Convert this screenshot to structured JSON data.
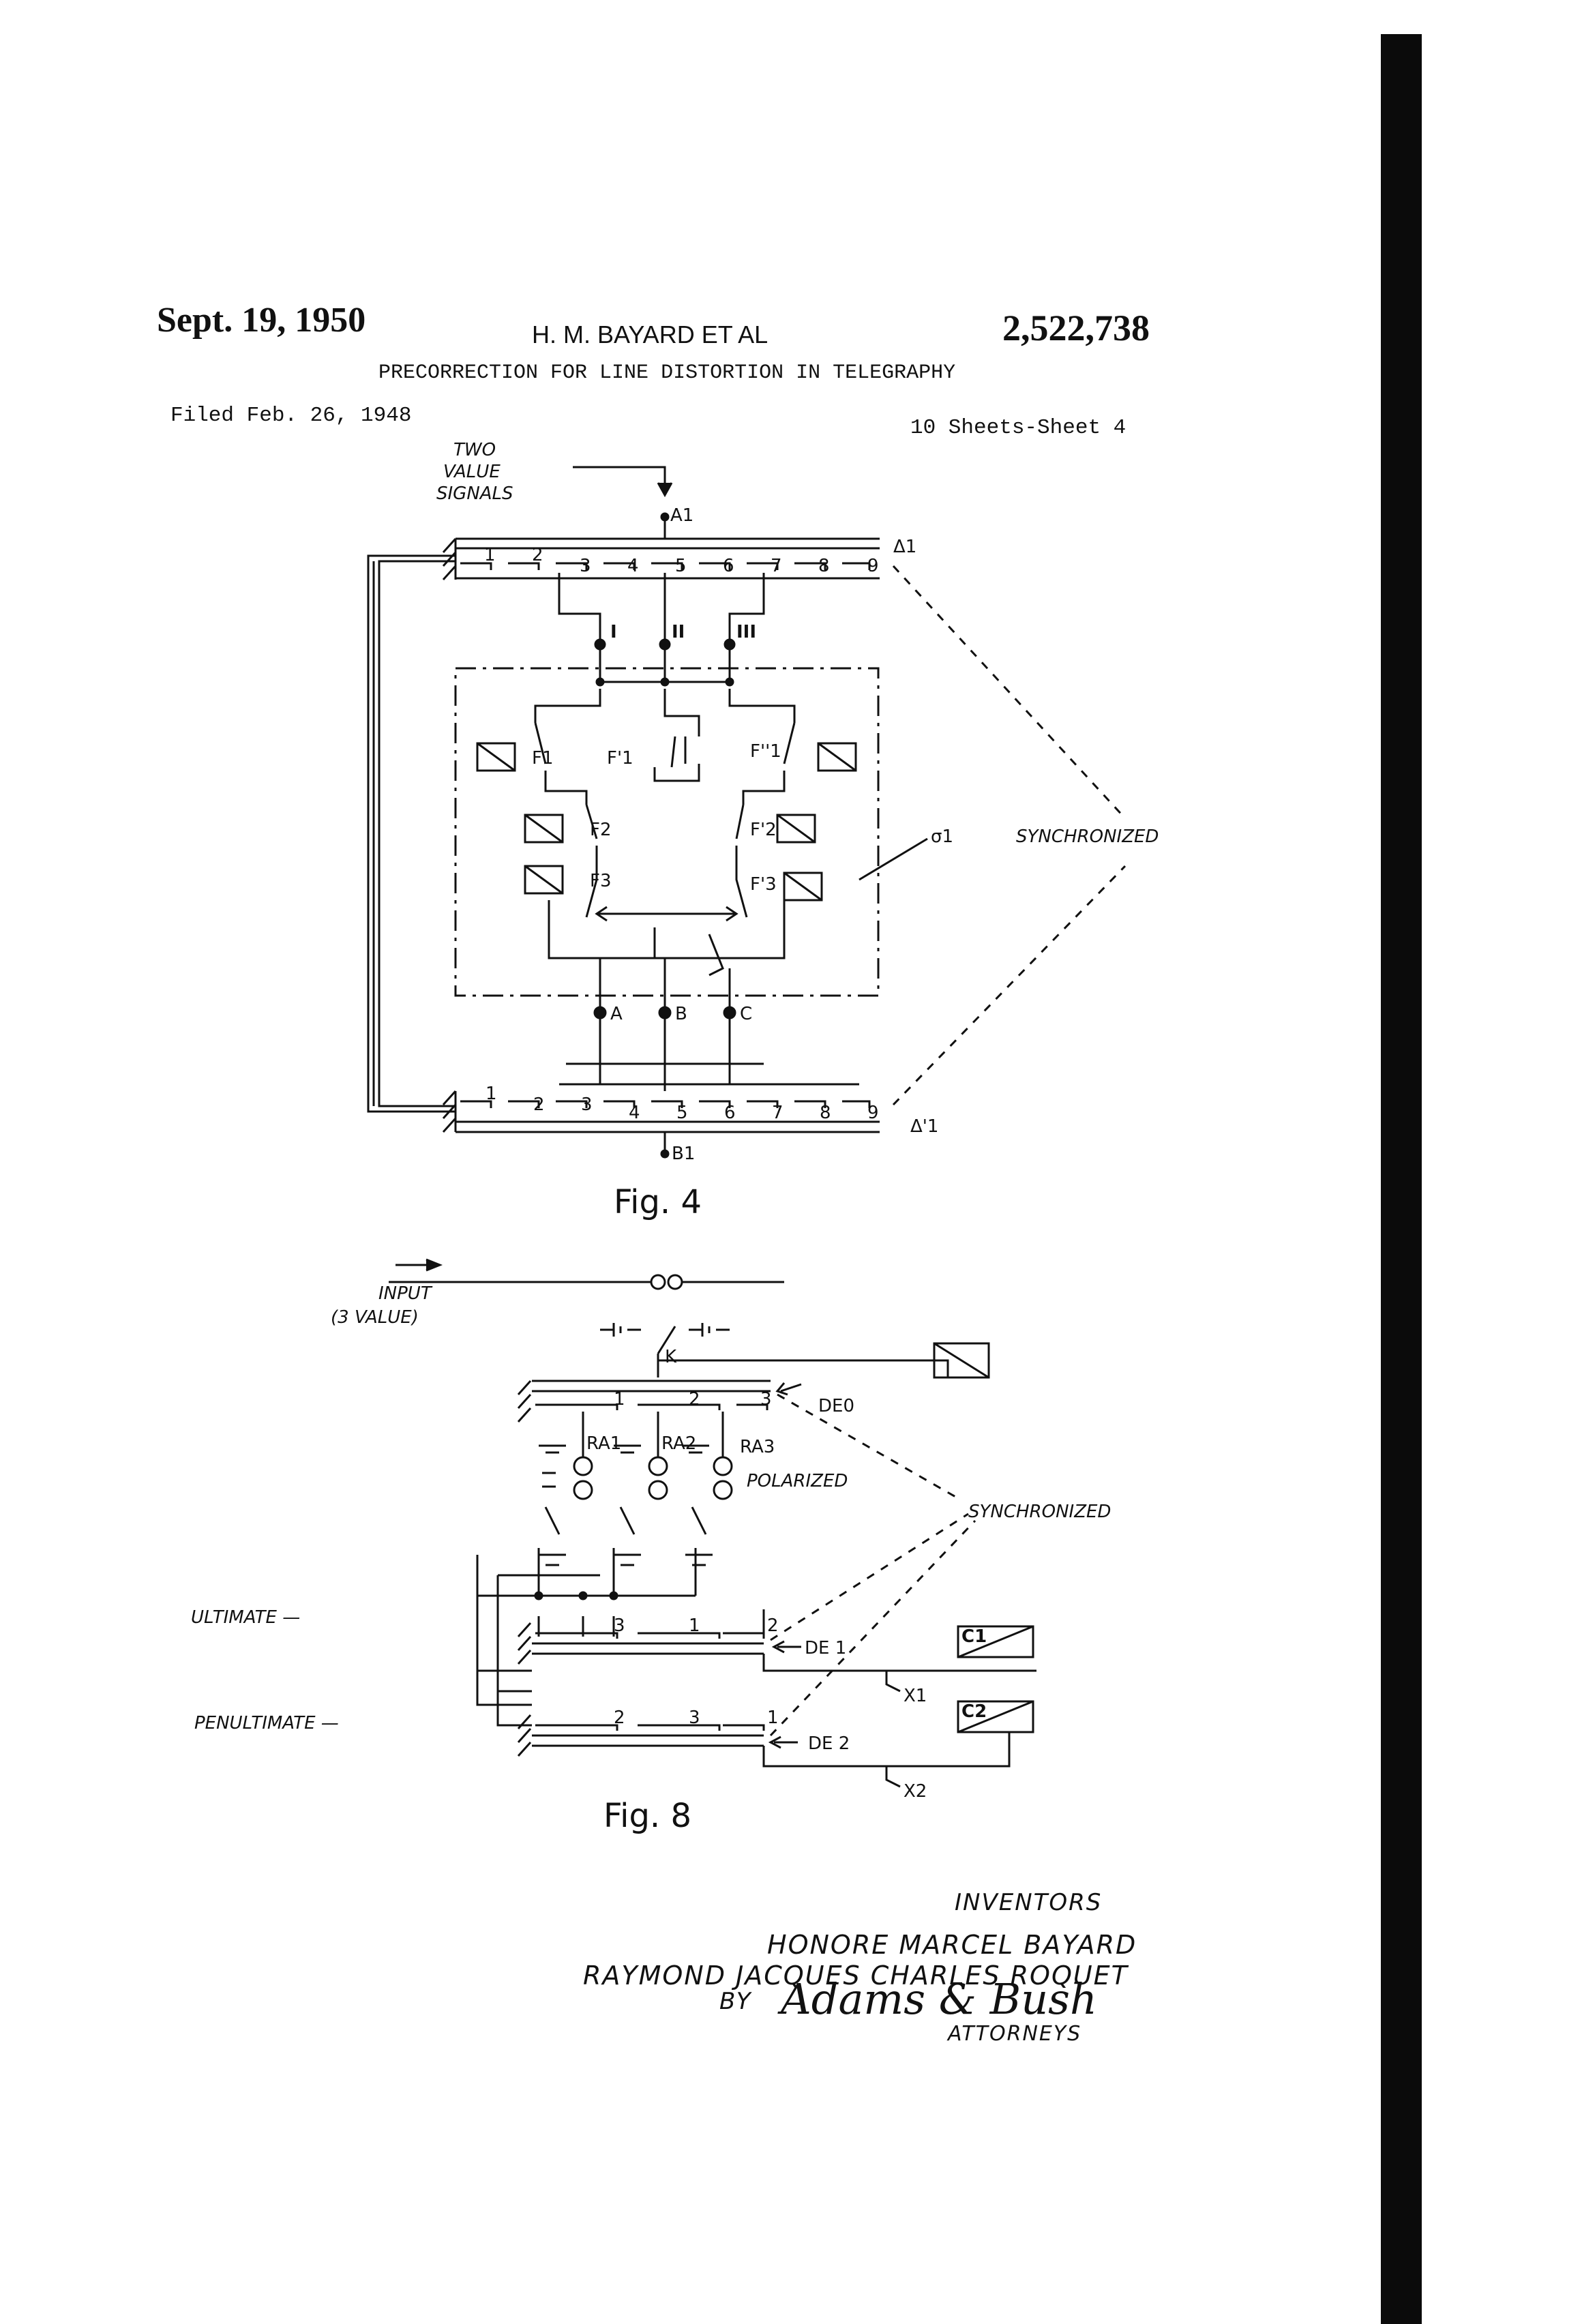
{
  "header": {
    "date": "Sept. 19, 1950",
    "inventor": "H. M. BAYARD ET AL",
    "patent_number": "2,522,738",
    "title": "PRECORRECTION FOR LINE DISTORTION IN TELEGRAPHY",
    "filed": "Filed Feb. 26, 1948",
    "sheets": "10 Sheets-Sheet 4"
  },
  "fig4": {
    "caption": "Fig. 4",
    "input_label": [
      "TWO",
      "VALUE",
      "SIGNALS"
    ],
    "input_terminal": "A1",
    "output_terminal": "B1",
    "distributor_top": "Δ1",
    "distributor_bottom": "Δ'1",
    "top_segments": [
      "1",
      "2",
      "3",
      "4",
      "5",
      "6",
      "7",
      "8",
      "9"
    ],
    "bottom_segments": [
      "1",
      "2",
      "3",
      "4",
      "5",
      "6",
      "7",
      "8",
      "9"
    ],
    "roman_leads": [
      "I",
      "II",
      "III"
    ],
    "relays": [
      "F1",
      "F'1",
      "F''1",
      "F2",
      "F'2",
      "F3",
      "F'3"
    ],
    "output_leads": [
      "A",
      "B",
      "C"
    ],
    "unit_label": "σ1",
    "sync_label": "SYNCHRONIZED"
  },
  "fig8": {
    "caption": "Fig. 8",
    "input_label": [
      "INPUT",
      "(3 VALUE)"
    ],
    "key_label": "K",
    "distributors": [
      "DE0",
      "DE 1",
      "DE 2"
    ],
    "de0_segments": [
      "1",
      "2",
      "3"
    ],
    "de1_segments": [
      "3",
      "1",
      "2"
    ],
    "de2_segments": [
      "2",
      "3",
      "1"
    ],
    "relays": [
      "RA1",
      "RA2",
      "RA3"
    ],
    "polarized_label": "POLARIZED",
    "sync_label": "SYNCHRONIZED",
    "ultimate_label": "ULTIMATE —",
    "penultimate_label": "PENULTIMATE —",
    "counters": [
      "C1",
      "C2"
    ],
    "points": [
      "X1",
      "X2"
    ]
  },
  "signature": {
    "inventors_label": "INVENTORS",
    "name1": "HONORE MARCEL BAYARD",
    "name2": "RAYMOND JACQUES CHARLES ROQUET",
    "by": "BY",
    "attorney_signature": "Adams & Bush",
    "attorneys_label": "ATTORNEYS"
  }
}
